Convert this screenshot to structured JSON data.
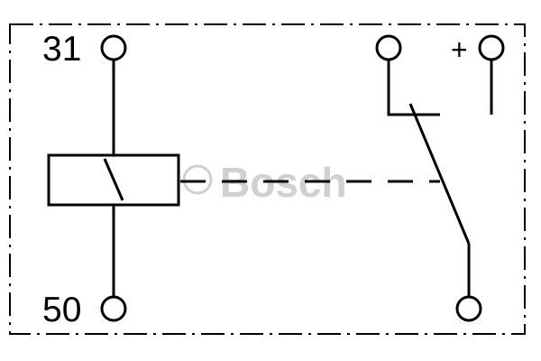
{
  "diagram": {
    "terminal_top_left_label": "31",
    "terminal_bottom_left_label": "50",
    "supply_label": "+",
    "watermark_symbol": "©",
    "watermark_text": "Bosch"
  },
  "colors": {
    "line": "#000000",
    "background": "#ffffff",
    "watermark": "#d0d0d0"
  }
}
